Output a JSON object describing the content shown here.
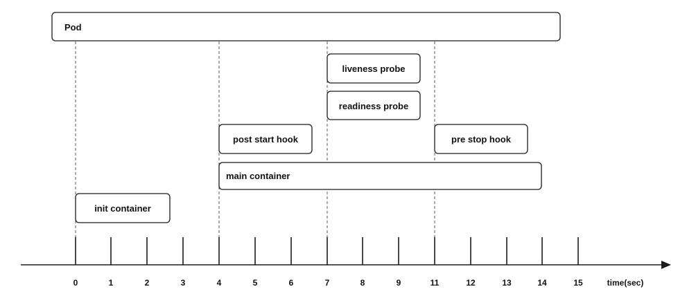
{
  "axis": {
    "label": "time(sec)",
    "ticks": [
      "0",
      "1",
      "2",
      "3",
      "4",
      "5",
      "6",
      "7",
      "8",
      "9",
      "11",
      "12",
      "13",
      "14",
      "15"
    ]
  },
  "boxes": [
    {
      "id": "pod",
      "label": "Pod",
      "start": "0",
      "end": "15"
    },
    {
      "id": "liveness-probe",
      "label": "liveness probe",
      "start": "7",
      "end": "9"
    },
    {
      "id": "readiness-probe",
      "label": "readiness probe",
      "start": "7",
      "end": "9"
    },
    {
      "id": "post-start-hook",
      "label": "post start hook",
      "start": "4",
      "end": "6"
    },
    {
      "id": "pre-stop-hook",
      "label": "pre stop hook",
      "start": "11",
      "end": "13"
    },
    {
      "id": "main-container",
      "label": "main container",
      "start": "4",
      "end": "14"
    },
    {
      "id": "init-container",
      "label": "init container",
      "start": "0",
      "end": "2"
    }
  ],
  "phase_markers": [
    "0",
    "4",
    "7",
    "11"
  ]
}
